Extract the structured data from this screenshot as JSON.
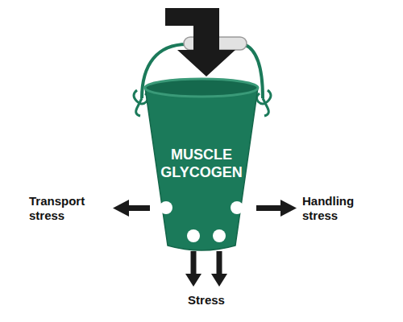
{
  "diagram": {
    "nodes": [
      {
        "text": [
          "MUSCLE GLYCOGEN"
        ]
      }
    ],
    "labels": [
      "Transport stress",
      "Handling stress",
      "Stress"
    ]
  }
}
